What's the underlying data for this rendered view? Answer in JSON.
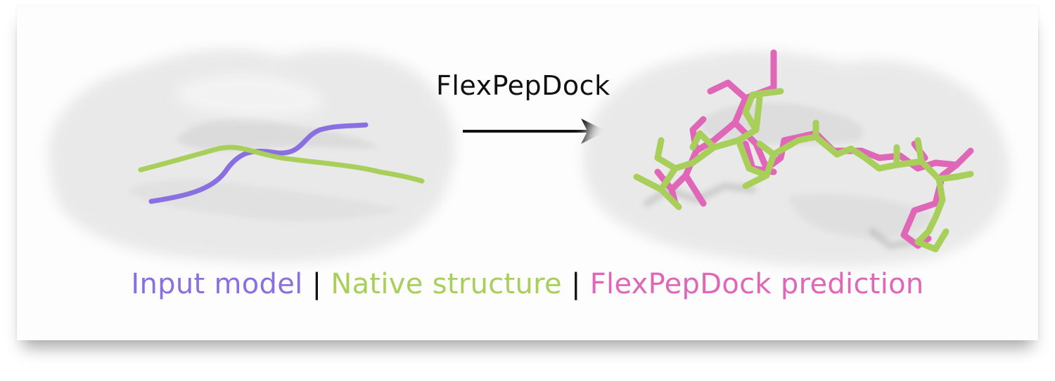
{
  "method_label": "FlexPepDock",
  "legend": {
    "items": [
      {
        "label": "Input model",
        "color": "#8a6fe0"
      },
      {
        "label": "Native structure",
        "color": "#a8cf5a"
      },
      {
        "label": "FlexPepDock prediction",
        "color": "#e066b8"
      }
    ],
    "separator": " | "
  },
  "colors": {
    "input_model": "#8a6fe0",
    "native_structure": "#a8cf5a",
    "prediction": "#e066b8",
    "arrow": "#111111"
  }
}
